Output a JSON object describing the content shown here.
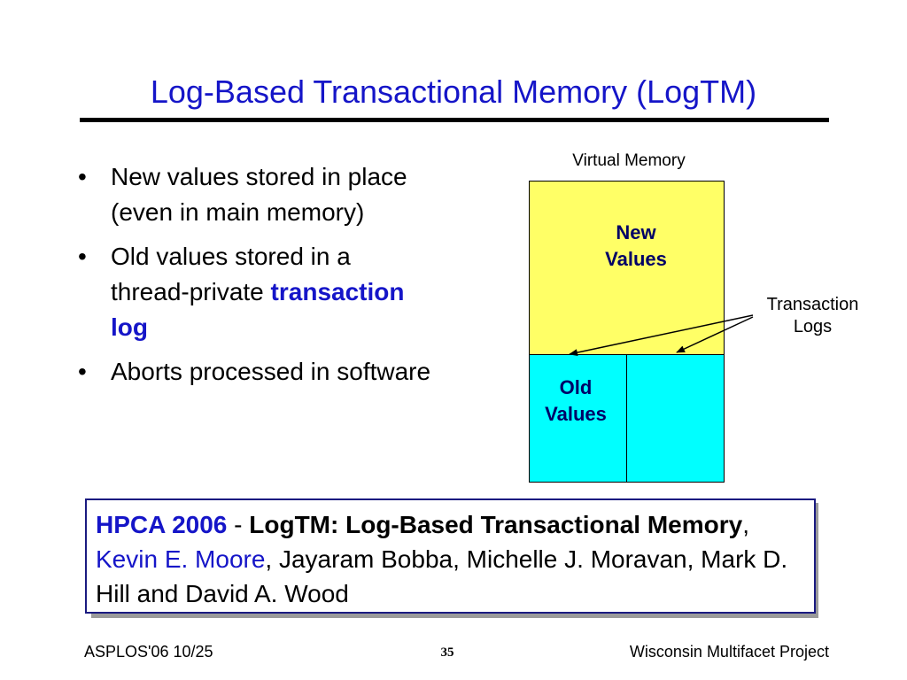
{
  "slide": {
    "title": "Log-Based Transactional Memory (LogTM)",
    "bullets": [
      {
        "text": "New values stored in place (even in main memory)"
      },
      {
        "text": "Old values stored in a thread-private ",
        "emphasis": "transaction log"
      },
      {
        "text": "Aborts processed in software"
      }
    ],
    "bullet_glyph": "•"
  },
  "diagram": {
    "virtual_memory_label": "Virtual Memory",
    "new_values_label_line1": "New",
    "new_values_label_line2": "Values",
    "old_values_label_line1": "Old",
    "old_values_label_line2": "Values",
    "transaction_logs_line1": "Transaction",
    "transaction_logs_line2": "Logs",
    "colors": {
      "new_region": "#ffff66",
      "log_region": "#00ffff",
      "label_text": "#000066"
    }
  },
  "citation": {
    "venue": "HPCA 2006",
    "separator": " - ",
    "paper_title": "LogTM: Log-Based Transactional Memory",
    "comma1": ", ",
    "first_author": "Kevin E. Moore",
    "other_authors": ", Jayaram Bobba, Michelle J. Moravan, Mark D. Hill and David A. Wood"
  },
  "footer": {
    "left": "ASPLOS'06 10/25",
    "page_number": "35",
    "right": "Wisconsin Multifacet Project"
  },
  "colors": {
    "accent_blue": "#1515c8",
    "background": "#ffffff"
  }
}
